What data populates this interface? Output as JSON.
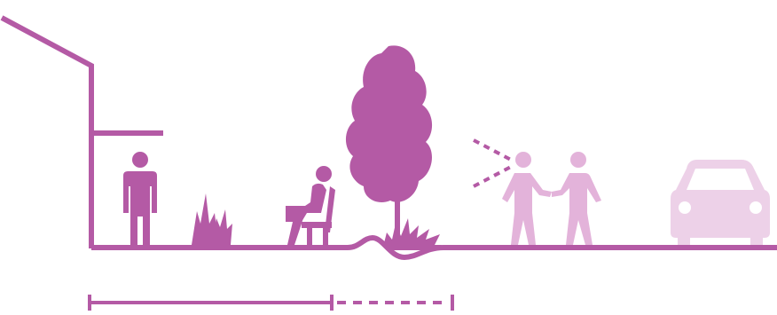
{
  "palette": {
    "primary": "#b45aa5",
    "secondary": "#e3b3da",
    "tertiary": "#edd1e8"
  },
  "scene": {
    "elements": [
      "house-outline",
      "canopy",
      "standing-person-icon",
      "grass-plants-icon",
      "seated-person-icon",
      "tree-icon",
      "shrub-icon",
      "sight-lines",
      "walking-person-icon",
      "walking-person-icon",
      "car-icon"
    ]
  },
  "scale_bar": {
    "solid_segment": true,
    "dashed_segment": true
  }
}
